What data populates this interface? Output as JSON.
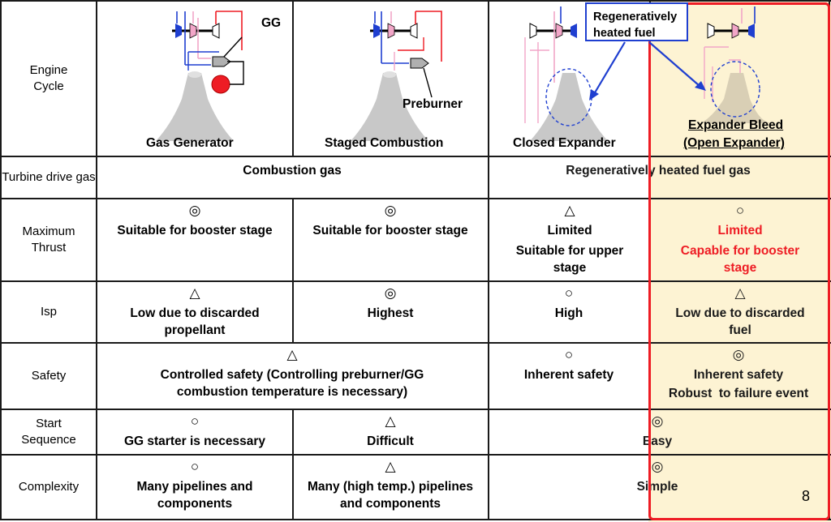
{
  "header": {
    "row_label": "Engine Cycle",
    "engines": [
      {
        "name": "Gas Generator",
        "component_label": "GG"
      },
      {
        "name": "Staged Combustion",
        "component_label": "Preburner"
      },
      {
        "name": "Closed Expander"
      },
      {
        "name_line1": "Expander Bleed",
        "name_line2": "(Open Expander)"
      }
    ],
    "callout": "Regeneratively heated fuel"
  },
  "rows": {
    "turbine": {
      "label": "Turbine drive gas",
      "combustion": "Combustion gas",
      "regen": "Regeneratively heated fuel gas"
    },
    "thrust": {
      "label": "Maximum Thrust",
      "gg": {
        "symbol": "◎",
        "text": "Suitable for booster stage"
      },
      "sc": {
        "symbol": "◎",
        "text": "Suitable for booster stage"
      },
      "ce": {
        "symbol": "△",
        "line1": "Limited",
        "line2": "Suitable for upper stage"
      },
      "eb": {
        "symbol": "○",
        "line1": "Limited",
        "line2": "Capable for booster stage"
      }
    },
    "isp": {
      "label": "Isp",
      "gg": {
        "symbol": "△",
        "text": "Low due to discarded propellant"
      },
      "sc": {
        "symbol": "◎",
        "text": "Highest"
      },
      "ce": {
        "symbol": "○",
        "text": "High"
      },
      "eb": {
        "symbol": "△",
        "text": "Low due to discarded fuel"
      }
    },
    "safety": {
      "label": "Safety",
      "gg_sc": {
        "symbol": "△",
        "text": "Controlled safety (Controlling preburner/GG combustion temperature is necessary)"
      },
      "ce": {
        "symbol": "○",
        "text": "Inherent safety"
      },
      "eb": {
        "symbol": "◎",
        "line1": "Inherent safety",
        "line2": "Robust  to failure event"
      }
    },
    "start": {
      "label": "Start Sequence",
      "gg": {
        "symbol": "○",
        "text": "GG starter is necessary"
      },
      "sc": {
        "symbol": "△",
        "text": "Difficult"
      },
      "ce_eb": {
        "symbol": "◎",
        "text": "Easy"
      }
    },
    "complexity": {
      "label": "Complexity",
      "gg": {
        "symbol": "○",
        "text": "Many pipelines and components"
      },
      "sc": {
        "symbol": "△",
        "text": "Many (high temp.) pipelines and components"
      },
      "ce_eb": {
        "symbol": "◎",
        "text": "Simple"
      }
    }
  },
  "page_number": "8"
}
